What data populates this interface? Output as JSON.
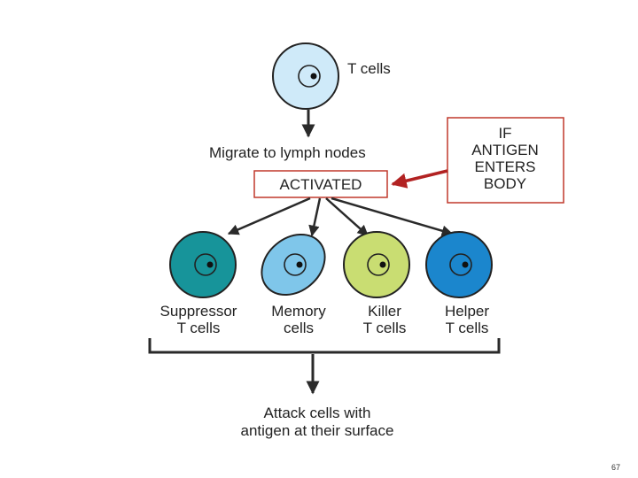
{
  "diagram": {
    "t_cells_label": "T cells",
    "migrate_label": "Migrate to lymph nodes",
    "activated_label": "ACTIVATED",
    "if_antigen_lines": [
      "IF",
      "ANTIGEN",
      "ENTERS",
      "BODY"
    ],
    "cell_types": [
      {
        "line1": "Suppressor",
        "line2": "T cells",
        "color": "#17949a"
      },
      {
        "line1": "Memory",
        "line2": "cells",
        "color": "#7fc6ea"
      },
      {
        "line1": "Killer",
        "line2": "T cells",
        "color": "#c9dd72"
      },
      {
        "line1": "Helper",
        "line2": "T cells",
        "color": "#1b86cd"
      }
    ],
    "result_line1": "Attack cells with",
    "result_line2": "antigen at their surface"
  },
  "colors": {
    "t_cell_fill": "#cfeaf9",
    "box_border": "#c0392b",
    "red_arrow": "#b22222",
    "arrow": "#2a2a2a"
  },
  "slide_number": "67"
}
